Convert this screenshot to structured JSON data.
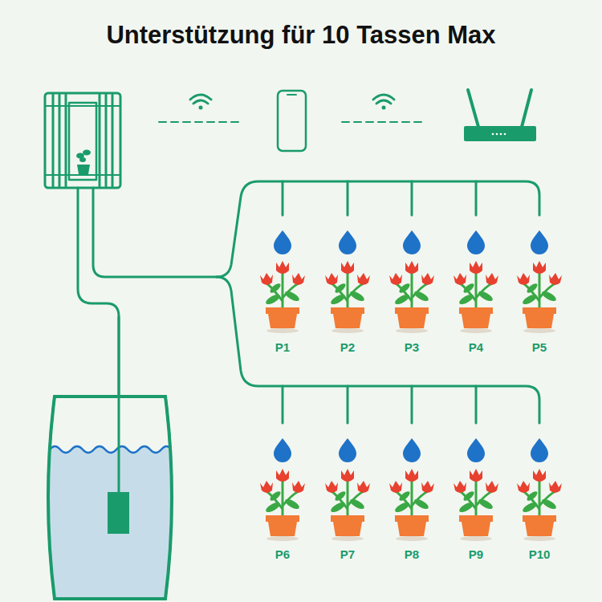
{
  "diagram": {
    "title": "Unterstützung für 10 Tassen Max",
    "labels": [
      "P1",
      "P2",
      "P3",
      "P4",
      "P5",
      "P6",
      "P7",
      "P8",
      "P9",
      "P10"
    ]
  }
}
